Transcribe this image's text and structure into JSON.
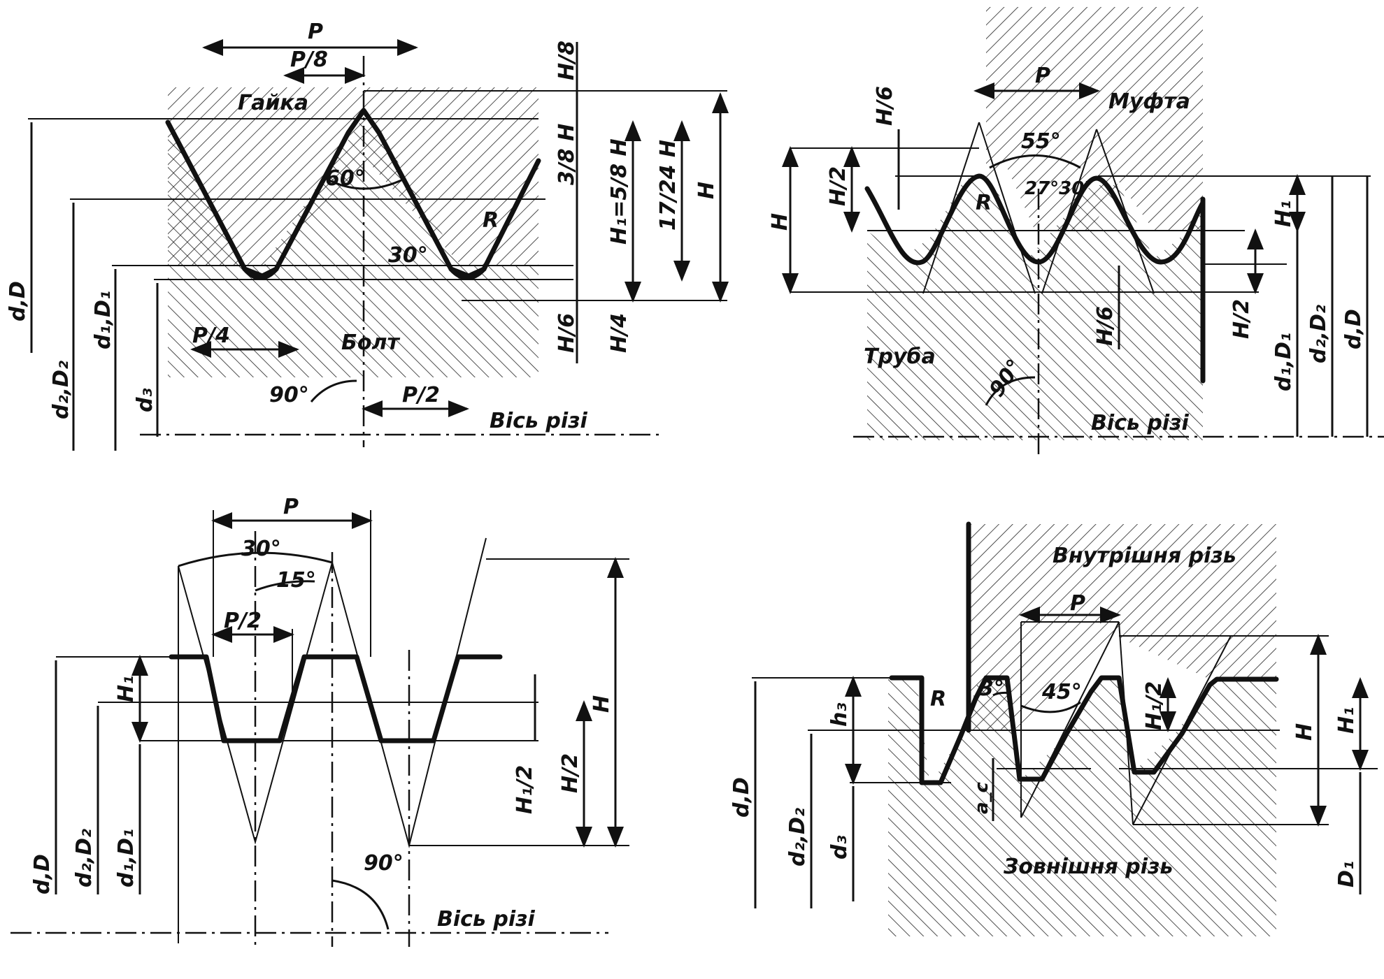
{
  "panel1": {
    "p": "P",
    "p8": "P/8",
    "nut": "Гайка",
    "bolt": "Болт",
    "h8": "H/8",
    "h38": "3/8 H",
    "h1": "H₁=5/8 H",
    "h1724": "17/24 H",
    "h": "H",
    "h6": "H/6",
    "h4": "H/4",
    "a60": "60°",
    "a30": "30°",
    "r": "R",
    "p4": "P/4",
    "p2": "P/2",
    "a90": "90°",
    "axis": "Вісь різі",
    "dD": "d,D",
    "d2D2": "d₂,D₂",
    "d1D1": "d₁,D₁",
    "d3": "d₃"
  },
  "panel2": {
    "p": "P",
    "coupling": "Муфта",
    "pipe": "Труба",
    "h6": "H/6",
    "h2": "H/2",
    "h": "H",
    "r": "R",
    "a55": "55°",
    "a2730": "27°30'",
    "a90": "90°",
    "axis": "Вісь різі",
    "h1": "H₁",
    "h6b": "H/6",
    "h2b": "H/2",
    "d1D1": "d₁,D₁",
    "d2D2": "d₂,D₂",
    "dD": "d,D"
  },
  "panel3": {
    "p": "P",
    "a30": "30°",
    "a15": "15°",
    "p2": "P/2",
    "h1": "H₁",
    "h": "H",
    "h12": "H₁/2",
    "h2": "H/2",
    "a90": "90°",
    "axis": "Вісь різі",
    "dD": "d,D",
    "d2D2": "d₂,D₂",
    "d1D1": "d₁,D₁"
  },
  "panel4": {
    "internal": "Внутрішня різь",
    "external": "Зовнішня різь",
    "p": "P",
    "r": "R",
    "a3": "3°",
    "a45": "45°",
    "h3": "h₃",
    "ac": "a_c",
    "h12": "H₁/2",
    "h": "H",
    "h1": "H₁",
    "dD": "d,D",
    "d2D2": "d₂,D₂",
    "d3": "d₃",
    "D1": "D₁"
  }
}
